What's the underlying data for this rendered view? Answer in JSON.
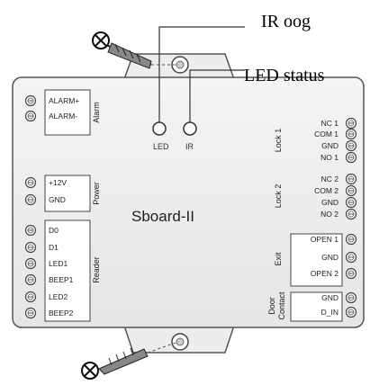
{
  "callouts": {
    "ir_eye": "IR oog",
    "led_status": "LED status"
  },
  "board": {
    "name": "Sboard-II",
    "led_label": "LED",
    "ir_label": "IR"
  },
  "left_groups": [
    {
      "group": "Alarm",
      "pins": [
        "ALARM+",
        "ALARM-"
      ]
    },
    {
      "group": "Power",
      "pins": [
        "+12V",
        "GND"
      ]
    },
    {
      "group": "Reader",
      "pins": [
        "D0",
        "D1",
        "LED1",
        "BEEP1",
        "LED2",
        "BEEP2"
      ]
    }
  ],
  "right_groups": [
    {
      "group": "Lock 1",
      "pins": [
        "NC 1",
        "COM 1",
        "GND",
        "NO 1"
      ]
    },
    {
      "group": "Lock 2",
      "pins": [
        "NC 2",
        "COM 2",
        "GND",
        "NO 2"
      ]
    },
    {
      "group": "Exit",
      "pins": [
        "OPEN 1",
        "GND",
        "OPEN 2"
      ]
    },
    {
      "group": "Door Contact",
      "group_lines": [
        "Door",
        "Contact"
      ],
      "pins": [
        "GND",
        "D_IN"
      ]
    }
  ]
}
